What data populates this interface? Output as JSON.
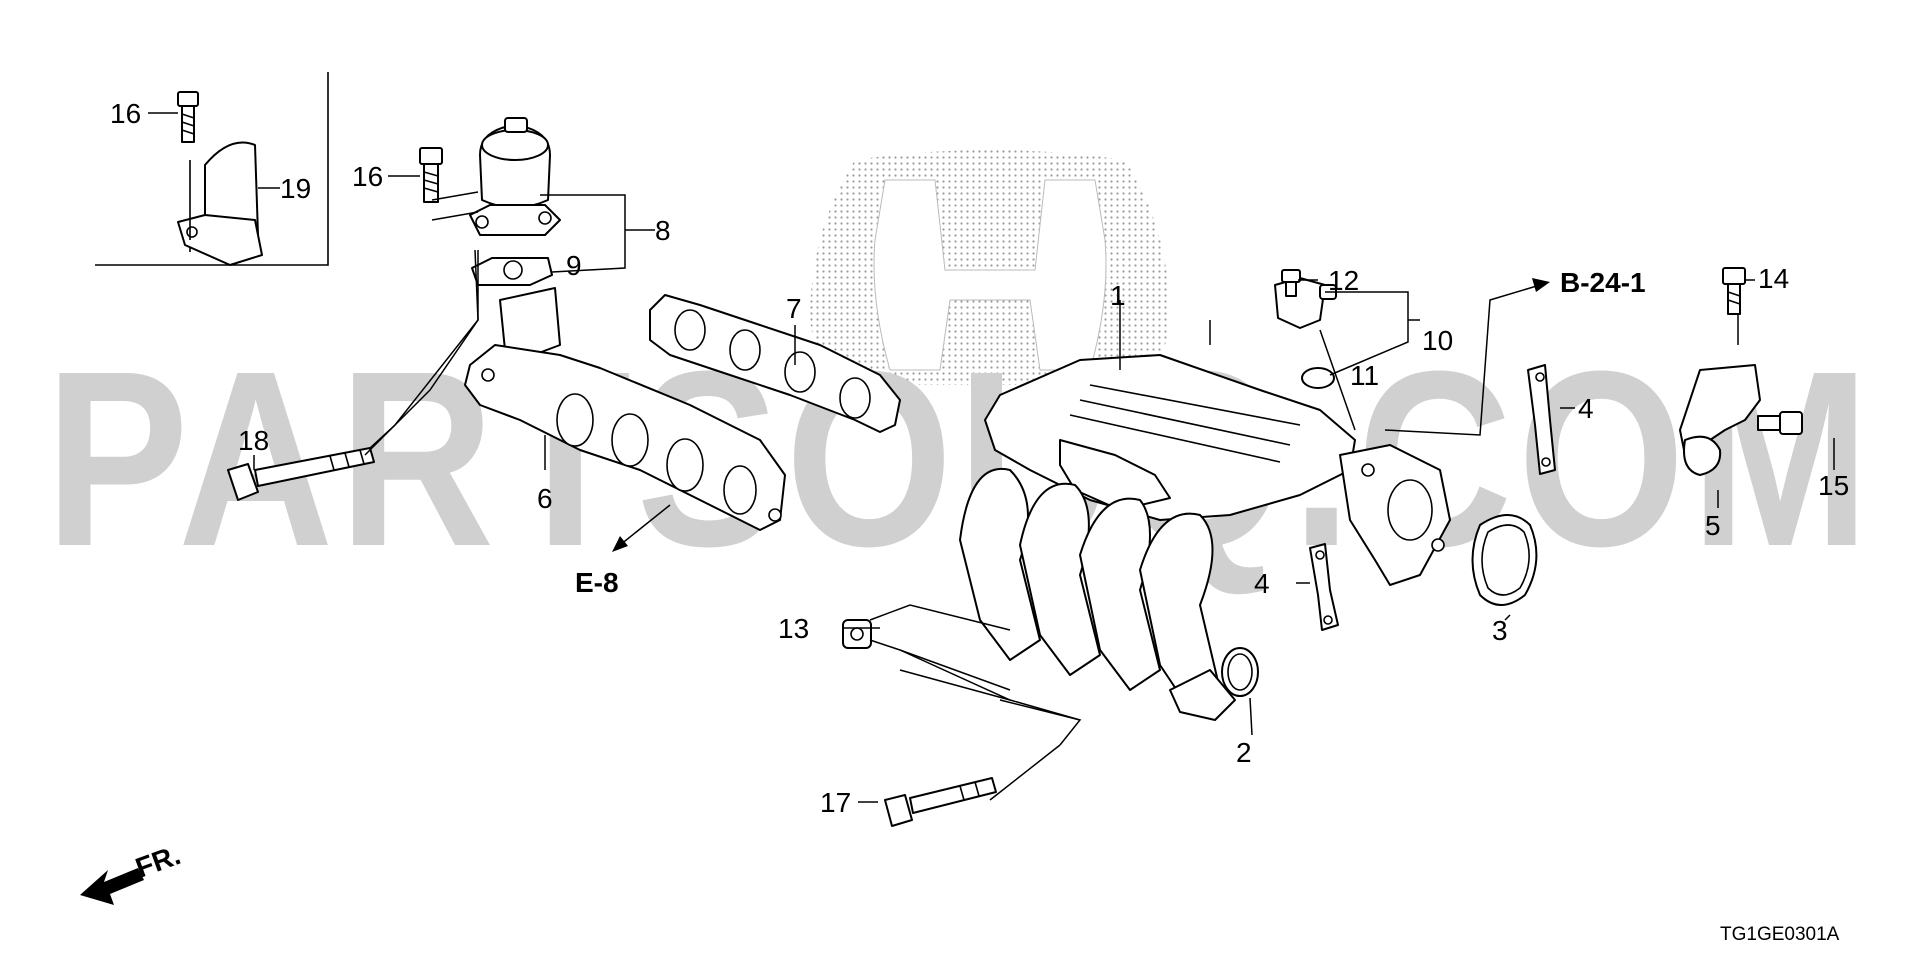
{
  "watermark": {
    "text": "PARTSOUQ.COM",
    "color": "#d0d0d0"
  },
  "logo": {
    "name": "honda-h-logo"
  },
  "diagram": {
    "code": "TG1GE0301A",
    "front_marker": "FR.",
    "refs": {
      "b24": "B-24-1",
      "e8": "E-8"
    },
    "callouts": {
      "c1": "1",
      "c2": "2",
      "c3": "3",
      "c4a": "4",
      "c4b": "4",
      "c5": "5",
      "c6": "6",
      "c7": "7",
      "c8": "8",
      "c9": "9",
      "c10": "10",
      "c11": "11",
      "c12": "12",
      "c13": "13",
      "c14": "14",
      "c15": "15",
      "c16a": "16",
      "c16b": "16",
      "c17": "17",
      "c18": "18",
      "c19": "19"
    }
  }
}
